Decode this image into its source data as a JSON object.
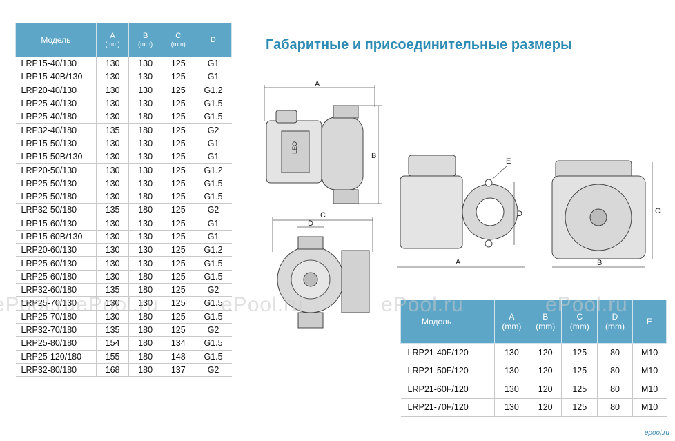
{
  "title": "Габаритные и присоединительные размеры",
  "watermark": "ePool.ru",
  "logo_text": "epool.ru",
  "table1": {
    "headers": {
      "model": "Модель",
      "a": "A",
      "b": "B",
      "c": "C",
      "d": "D",
      "unit": "(mm)"
    },
    "rows": [
      [
        "LRP15-40/130",
        "130",
        "130",
        "125",
        "G1"
      ],
      [
        "LRP15-40B/130",
        "130",
        "130",
        "125",
        "G1"
      ],
      [
        "LRP20-40/130",
        "130",
        "130",
        "125",
        "G1.2"
      ],
      [
        "LRP25-40/130",
        "130",
        "130",
        "125",
        "G1.5"
      ],
      [
        "LRP25-40/180",
        "130",
        "180",
        "125",
        "G1.5"
      ],
      [
        "LRP32-40/180",
        "135",
        "180",
        "125",
        "G2"
      ],
      [
        "LRP15-50/130",
        "130",
        "130",
        "125",
        "G1"
      ],
      [
        "LRP15-50B/130",
        "130",
        "130",
        "125",
        "G1"
      ],
      [
        "LRP20-50/130",
        "130",
        "130",
        "125",
        "G1.2"
      ],
      [
        "LRP25-50/130",
        "130",
        "130",
        "125",
        "G1.5"
      ],
      [
        "LRP25-50/180",
        "130",
        "180",
        "125",
        "G1.5"
      ],
      [
        "LRP32-50/180",
        "135",
        "180",
        "125",
        "G2"
      ],
      [
        "LRP15-60/130",
        "130",
        "130",
        "125",
        "G1"
      ],
      [
        "LRP15-60B/130",
        "130",
        "130",
        "125",
        "G1"
      ],
      [
        "LRP20-60/130",
        "130",
        "130",
        "125",
        "G1.2"
      ],
      [
        "LRP25-60/130",
        "130",
        "130",
        "125",
        "G1.5"
      ],
      [
        "LRP25-60/180",
        "130",
        "180",
        "125",
        "G1.5"
      ],
      [
        "LRP32-60/180",
        "135",
        "180",
        "125",
        "G2"
      ],
      [
        "LRP25-70/130",
        "130",
        "130",
        "125",
        "G1.5"
      ],
      [
        "LRP25-70/180",
        "130",
        "180",
        "125",
        "G1.5"
      ],
      [
        "LRP32-70/180",
        "135",
        "180",
        "125",
        "G2"
      ],
      [
        "LRP25-80/180",
        "154",
        "180",
        "134",
        "G1.5"
      ],
      [
        "LRP25-120/180",
        "155",
        "180",
        "148",
        "G1.5"
      ],
      [
        "LRP32-80/180",
        "168",
        "180",
        "137",
        "G2"
      ]
    ]
  },
  "table2": {
    "headers": {
      "model": "Модель",
      "a": "A",
      "b": "B",
      "c": "C",
      "d": "D",
      "e": "E",
      "unit": "(mm)"
    },
    "rows": [
      [
        "LRP21-40F/120",
        "130",
        "120",
        "125",
        "80",
        "M10"
      ],
      [
        "LRP21-50F/120",
        "130",
        "120",
        "125",
        "80",
        "M10"
      ],
      [
        "LRP21-60F/120",
        "130",
        "120",
        "125",
        "80",
        "M10"
      ],
      [
        "LRP21-70F/120",
        "130",
        "120",
        "125",
        "80",
        "M10"
      ]
    ]
  },
  "drawing_labels": {
    "a": "A",
    "b": "B",
    "c": "C",
    "d": "D",
    "e": "E",
    "pump_brand": "LEO"
  }
}
